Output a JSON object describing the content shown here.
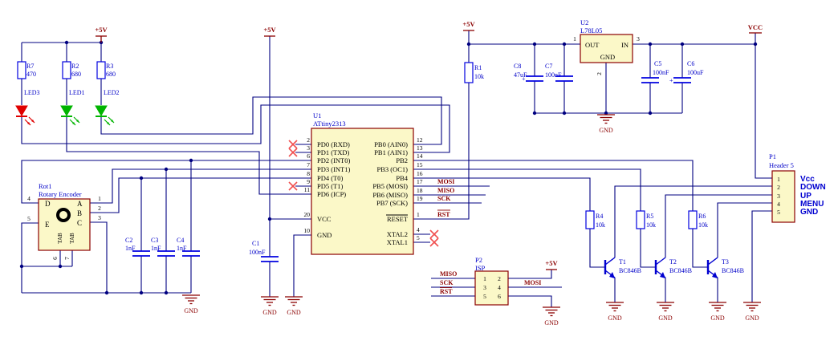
{
  "power": {
    "plus5v": "+5V",
    "vcc": "VCC",
    "gnd": "GND"
  },
  "colors": {
    "wire": "#000080",
    "component_outline": "#8B0000",
    "component_fill": "#FBF8C8",
    "blue_text": "#0000C8",
    "net_label": "#8B0000",
    "led_red": "#E00000",
    "led_green": "#00B400",
    "no_connect_x": "#F05050"
  },
  "leds": [
    {
      "ref": "LED3"
    },
    {
      "ref": "LED1"
    },
    {
      "ref": "LED2"
    }
  ],
  "resistors": [
    {
      "ref": "R7",
      "val": "470"
    },
    {
      "ref": "R2",
      "val": "680"
    },
    {
      "ref": "R3",
      "val": "680"
    },
    {
      "ref": "R1",
      "val": "10k"
    },
    {
      "ref": "R4",
      "val": "10k"
    },
    {
      "ref": "R5",
      "val": "10k"
    },
    {
      "ref": "R6",
      "val": "10k"
    }
  ],
  "capacitors": [
    {
      "ref": "C2",
      "val": "1nF"
    },
    {
      "ref": "C3",
      "val": "1nF"
    },
    {
      "ref": "C4",
      "val": "1nF"
    },
    {
      "ref": "C1",
      "val": "100nF"
    },
    {
      "ref": "C8",
      "val": "47uF",
      "plus": "+"
    },
    {
      "ref": "C7",
      "val": "100nF"
    },
    {
      "ref": "C5",
      "val": "100nF"
    },
    {
      "ref": "C6",
      "val": "100uF",
      "plus": "+"
    }
  ],
  "encoder": {
    "ref": "Rot1",
    "part": "Rotary Encoder",
    "left_pins": [
      {
        "num": "4",
        "label": "D"
      },
      {
        "num": "5",
        "label": "E"
      }
    ],
    "right_pins": [
      {
        "num": "1",
        "label": "A"
      },
      {
        "num": "2",
        "label": "B"
      },
      {
        "num": "3",
        "label": "C"
      }
    ],
    "bottom_pins": [
      {
        "num": "6",
        "label": "TAB"
      },
      {
        "num": "7",
        "label": "TAB"
      }
    ]
  },
  "u1": {
    "ref": "U1",
    "part": "ATtiny2313",
    "left_pins": [
      {
        "num": "2",
        "label": "PD0 (RXD)"
      },
      {
        "num": "3",
        "label": "PD1 (TXD)"
      },
      {
        "num": "6",
        "label": "PD2 (INT0)"
      },
      {
        "num": "7",
        "label": "PD3 (INT1)"
      },
      {
        "num": "8",
        "label": "PD4 (T0)"
      },
      {
        "num": "9",
        "label": "PD5 (T1)"
      },
      {
        "num": "11",
        "label": "PD6 (ICP)"
      },
      {
        "num": "20",
        "label": "VCC"
      },
      {
        "num": "10",
        "label": "GND"
      }
    ],
    "right_pins": [
      {
        "num": "12",
        "label": "PB0 (AIN0)"
      },
      {
        "num": "13",
        "label": "PB1 (AIN1)"
      },
      {
        "num": "14",
        "label": "PB2"
      },
      {
        "num": "15",
        "label": "PB3 (OC1)"
      },
      {
        "num": "16",
        "label": "PB4"
      },
      {
        "num": "17",
        "label": "PB5 (MOSI)"
      },
      {
        "num": "18",
        "label": "PB6 (MISO)"
      },
      {
        "num": "19",
        "label": "PB7 (SCK)"
      },
      {
        "num": "1",
        "label": "RESET"
      },
      {
        "num": "4",
        "label": "XTAL2"
      },
      {
        "num": "5",
        "label": "XTAL1"
      }
    ]
  },
  "u2": {
    "ref": "U2",
    "part": "L78L05",
    "pin_out": {
      "num": "1",
      "label": "OUT"
    },
    "pin_in": {
      "num": "3",
      "label": "IN"
    },
    "pin_gnd": {
      "num": "2",
      "label": "GND"
    }
  },
  "p1": {
    "ref": "P1",
    "part": "Header 5",
    "pins": [
      {
        "num": "1",
        "label": "Vcc"
      },
      {
        "num": "2",
        "label": "DOWN"
      },
      {
        "num": "3",
        "label": "UP"
      },
      {
        "num": "4",
        "label": "MENU"
      },
      {
        "num": "5",
        "label": "GND"
      }
    ]
  },
  "p2": {
    "ref": "P2",
    "part": "ISP",
    "left_nums": [
      "1",
      "3",
      "5"
    ],
    "right_nums": [
      "2",
      "4",
      "6"
    ]
  },
  "transistors": [
    {
      "ref": "T1",
      "part": "BC846B"
    },
    {
      "ref": "T2",
      "part": "BC846B"
    },
    {
      "ref": "T3",
      "part": "BC846B"
    }
  ],
  "net_labels": {
    "mosi": "MOSI",
    "miso": "MISO",
    "sck": "SCK",
    "rst": "RST"
  }
}
